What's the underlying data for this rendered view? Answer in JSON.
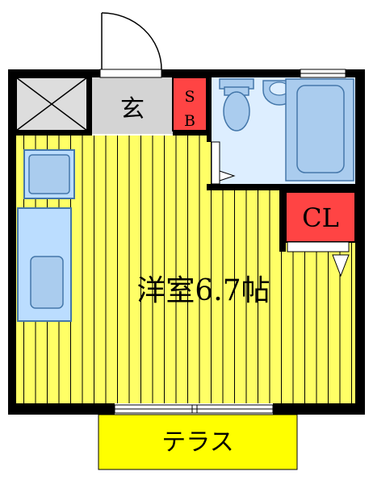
{
  "floor_plan": {
    "main_room": "洋室6.7帖",
    "entrance": "玄",
    "shoe_box_top": "S",
    "shoe_box_bottom": "B",
    "closet": "CL",
    "terrace": "テラス"
  },
  "colors": {
    "wall": "#000000",
    "floor_main": "#ffff66",
    "floor_stripe": "#000000",
    "wet_area": "#ddeeff",
    "fixture": "#aaccee",
    "fixture_stroke": "#4477aa",
    "entrance_floor": "#d4d4d4",
    "storage_red": "#ff4444",
    "terrace": "#ffff00",
    "kitchen": "#bbddff"
  },
  "icons": {
    "door": "door-swing-icon",
    "pipe_space": "pipe-space-x-icon",
    "toilet": "toilet-icon",
    "bathtub": "bathtub-icon",
    "washbasin": "washbasin-icon",
    "stove": "stove-icon",
    "sink": "sink-icon",
    "window": "window-icon"
  }
}
